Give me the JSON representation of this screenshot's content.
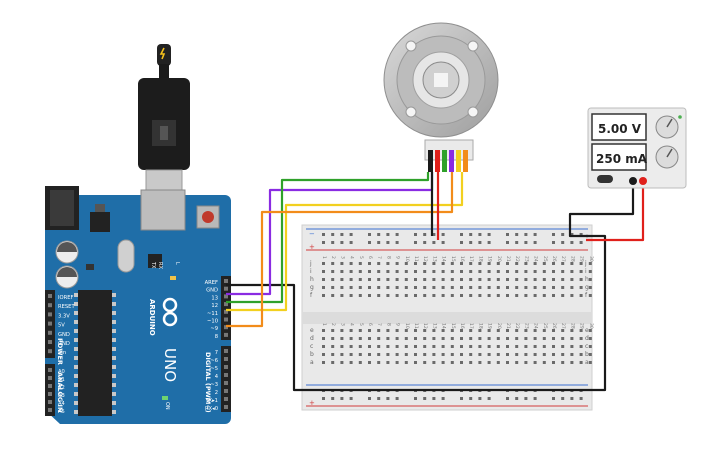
{
  "power_supply": {
    "voltage_display": "5.00 V",
    "current_display": "250 mA"
  },
  "arduino": {
    "board_name": "UNO",
    "brand": "ARDUINO",
    "power_header_title": "POWER",
    "analog_header_title": "ANALOG IN",
    "digital_header_title": "DIGITAL (PWM~)",
    "power_pins": [
      "IOREF",
      "RESET",
      "3.3V",
      "5V",
      "GND",
      "GND",
      "Vin"
    ],
    "analog_pins": [
      "A0",
      "A1",
      "A2",
      "A3",
      "A4",
      "A5"
    ],
    "top_pins": [
      "AREF",
      "GND",
      "13",
      "12",
      "~11",
      "~10",
      "~9",
      "8"
    ],
    "bottom_pins": [
      "7",
      "~6",
      "~5",
      "4",
      "~3",
      "2",
      "TX▸1",
      "RX◂0"
    ],
    "led_labels": [
      "TX",
      "RX",
      "L",
      "ON"
    ]
  },
  "breadboard": {
    "row_labels_top": [
      "j",
      "i",
      "h",
      "g",
      "f"
    ],
    "row_labels_bottom": [
      "e",
      "d",
      "c",
      "b",
      "a"
    ],
    "column_numbers": [
      "1",
      "2",
      "3",
      "4",
      "5",
      "6",
      "7",
      "8",
      "9",
      "10",
      "11",
      "12",
      "13",
      "14",
      "15",
      "16",
      "17",
      "18",
      "19",
      "20",
      "21",
      "22",
      "23",
      "24",
      "25",
      "26",
      "27",
      "28",
      "29",
      "30"
    ],
    "rail_minus": "−",
    "rail_plus": "+"
  },
  "wire_colors": {
    "black": "#1a1a1a",
    "red": "#e0201b",
    "green": "#2fa12a",
    "purple": "#8a2be2",
    "yellow": "#f2d01f",
    "orange": "#f28c1a"
  },
  "board_color": "#1f6ea8"
}
